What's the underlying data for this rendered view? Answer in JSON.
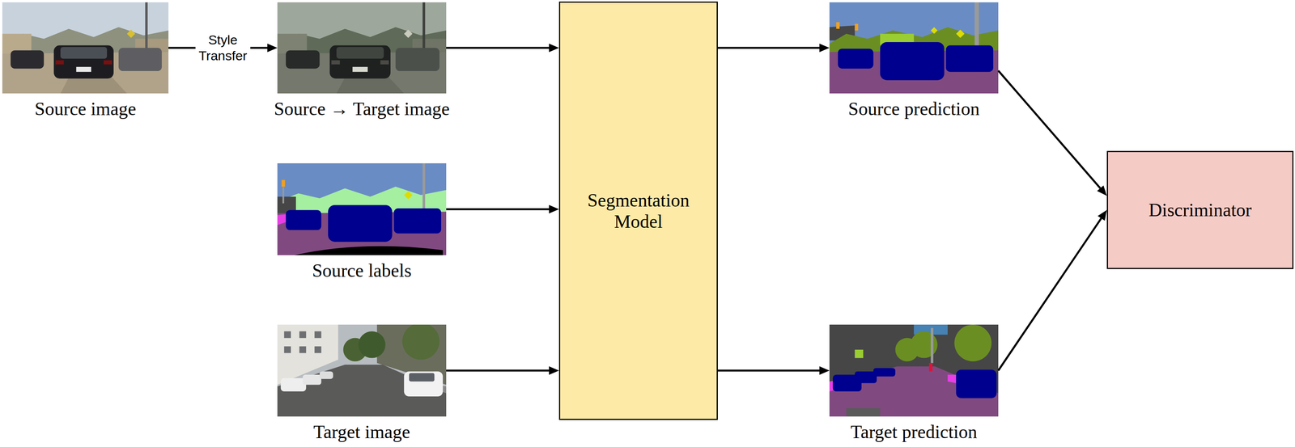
{
  "diagram": {
    "nodes": [
      {
        "text": [
          "Source image"
        ]
      },
      {
        "text": [
          "Source → Target image"
        ]
      },
      {
        "text": [
          "Source labels"
        ]
      },
      {
        "text": [
          "Target image"
        ]
      },
      {
        "text": [
          "Segmentation Model"
        ]
      },
      {
        "text": [
          "Source prediction"
        ]
      },
      {
        "text": [
          "Target prediction"
        ]
      },
      {
        "text": [
          "Discriminator"
        ]
      }
    ],
    "edges": [
      {
        "from": 0,
        "to": 1,
        "arrow": "to",
        "label": "Style Transfer"
      },
      {
        "from": 1,
        "to": 4,
        "arrow": "to"
      },
      {
        "from": 2,
        "to": 4,
        "arrow": "to"
      },
      {
        "from": 3,
        "to": 4,
        "arrow": "to"
      },
      {
        "from": 4,
        "to": 5,
        "arrow": "to"
      },
      {
        "from": 4,
        "to": 6,
        "arrow": "to"
      },
      {
        "from": 5,
        "to": 7,
        "arrow": "to"
      },
      {
        "from": 6,
        "to": 7,
        "arrow": "to"
      }
    ]
  }
}
